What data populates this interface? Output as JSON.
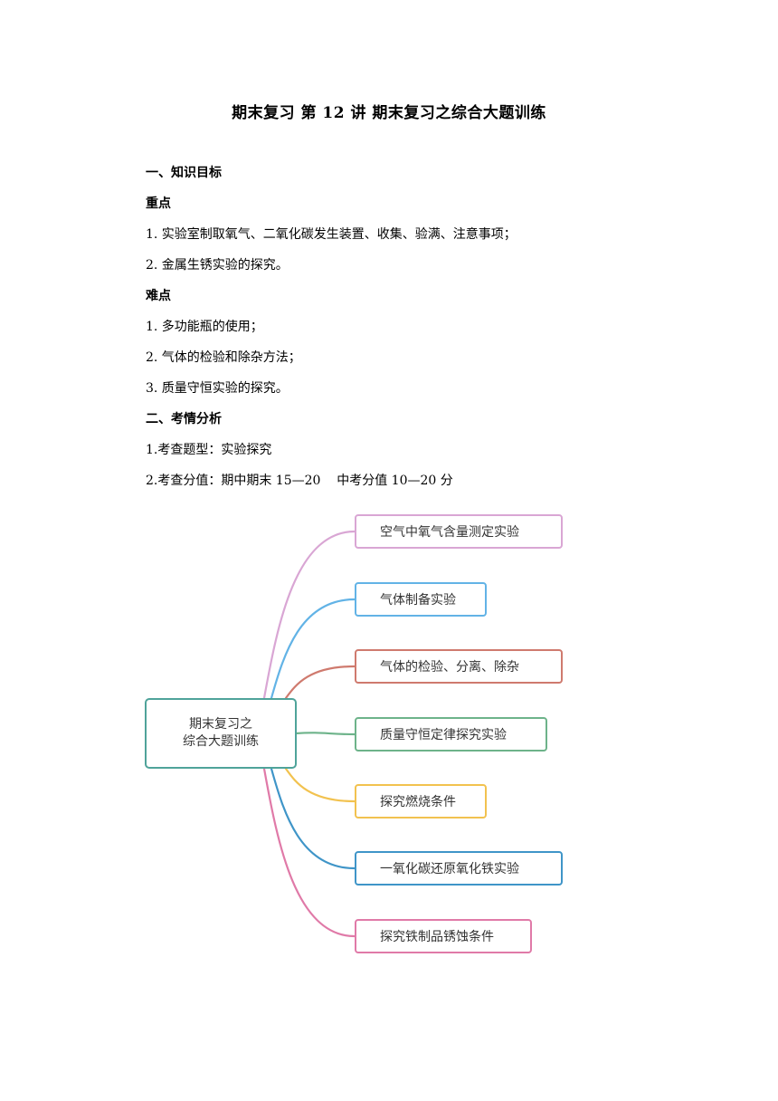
{
  "title": "期末复习  第 12 讲  期末复习之综合大题训练",
  "section1": {
    "heading": "一、知识目标",
    "key_label": "重点",
    "key_items": [
      "1. 实验室制取氧气、二氧化碳发生装置、收集、验满、注意事项；",
      "2. 金属生锈实验的探究。"
    ],
    "difficult_label": "难点",
    "difficult_items": [
      "1. 多功能瓶的使用；",
      "2. 气体的检验和除杂方法；",
      "3. 质量守恒实验的探究。"
    ]
  },
  "section2": {
    "heading": "二、考情分析",
    "items": [
      "1.考查题型：实验探究",
      "2.考查分值：期中期末 15—20    中考分值 10—20 分"
    ]
  },
  "mindmap": {
    "root_line1": "期末复习之",
    "root_line2": "综合大题训练",
    "branches": [
      {
        "label": "空气中氧气含量测定实验",
        "color": "#d9a6d4"
      },
      {
        "label": "气体制备实验",
        "color": "#62b3e6"
      },
      {
        "label": "气体的检验、分离、除杂",
        "color": "#cf7a6e"
      },
      {
        "label": "质量守恒定律探究实验",
        "color": "#6db38a"
      },
      {
        "label": "探究燃烧条件",
        "color": "#f2c24f"
      },
      {
        "label": "一氧化碳还原氧化铁实验",
        "color": "#3f95c8"
      },
      {
        "label": "探究铁制品锈蚀条件",
        "color": "#e07aa8"
      }
    ]
  }
}
